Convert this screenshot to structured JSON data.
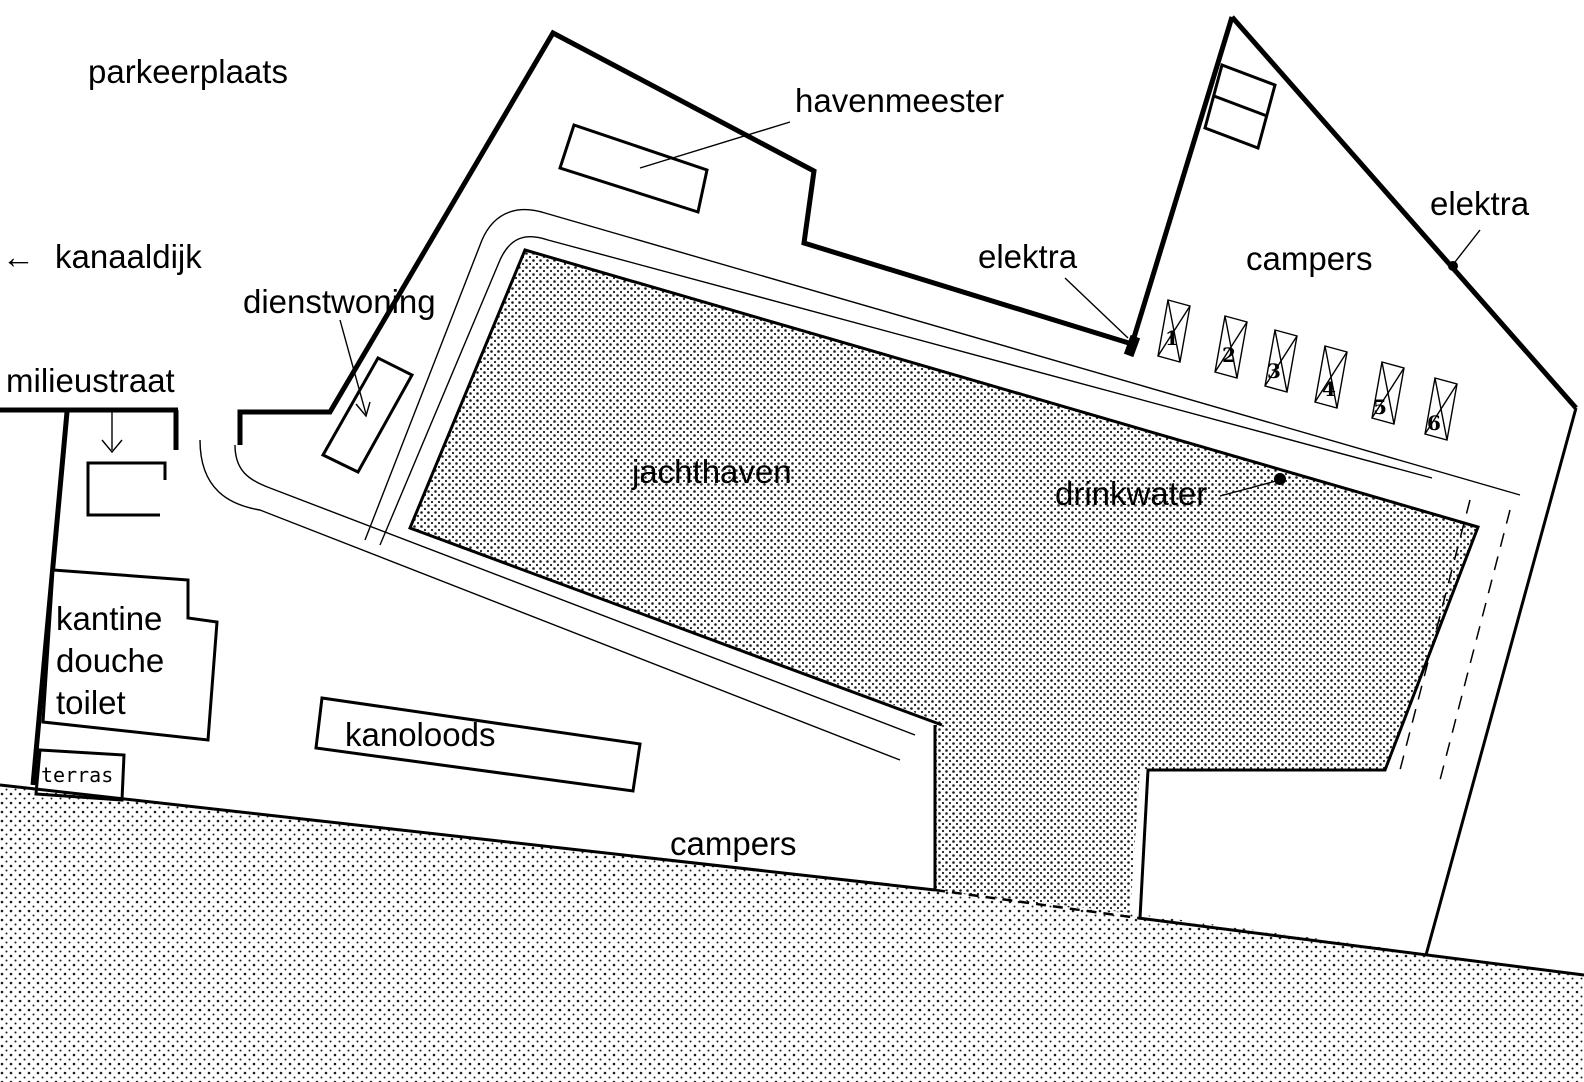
{
  "labels": {
    "parkeerplaats": "parkeerplaats",
    "havenmeester": "havenmeester",
    "kanaaldijk": "kanaaldijk",
    "kanaaldijk_arrow": "←",
    "dienstwoning": "dienstwoning",
    "milieustraat": "milieustraat",
    "elektra_left": "elektra",
    "elektra_right": "elektra",
    "campers_top": "campers",
    "campers_bottom": "campers",
    "jachthaven": "jachthaven",
    "drinkwater": "drinkwater",
    "kantine": "kantine",
    "douche": "douche",
    "toilet": "toilet",
    "kanoloods": "kanoloods",
    "terras": "terras"
  },
  "camper_spots": [
    "1",
    "2",
    "3",
    "4",
    "5",
    "6"
  ],
  "colors": {
    "ink": "#000000",
    "paper": "#ffffff",
    "water_dots": "#1a1a1a"
  }
}
